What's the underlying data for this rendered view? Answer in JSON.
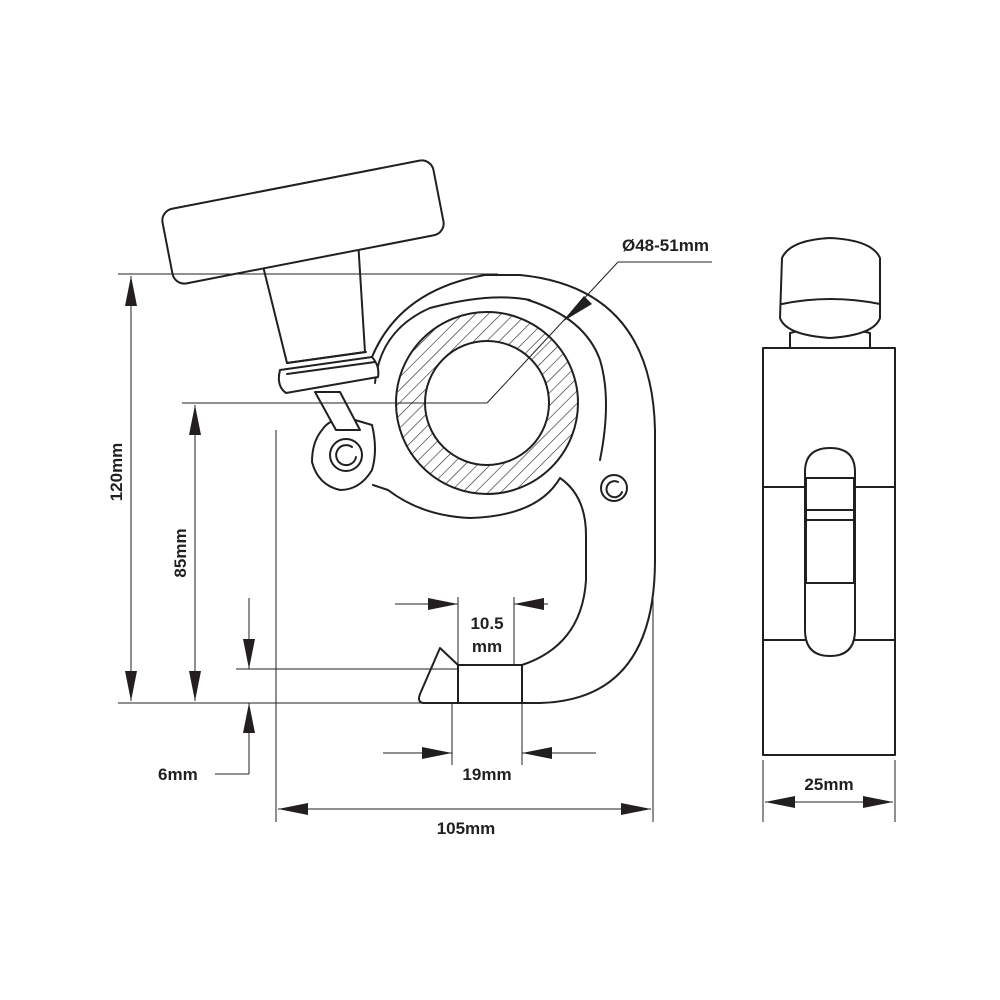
{
  "labels": {
    "diameter": "Ø48-51mm",
    "height_total": "120mm",
    "height_center": "85mm",
    "opening_line1": "10.5",
    "opening_line2": "mm",
    "hook_thickness": "6mm",
    "hook_width": "19mm",
    "overall_width": "105mm",
    "side_width": "25mm"
  },
  "colors": {
    "line": "#231f20",
    "background": "#ffffff"
  }
}
